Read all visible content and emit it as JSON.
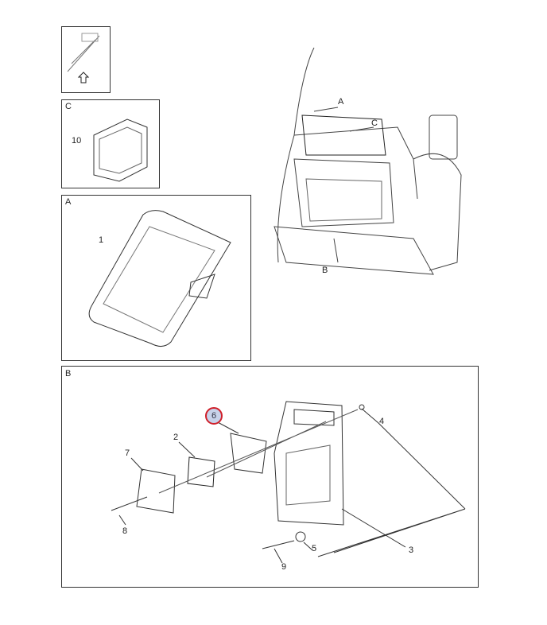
{
  "panels": {
    "nav": {
      "icon": "up-arrow-navigation-icon"
    },
    "c": {
      "title": "C",
      "callouts": [
        "10"
      ]
    },
    "a": {
      "title": "A",
      "callouts": [
        "1"
      ]
    },
    "b": {
      "title": "B",
      "callouts": [
        "6",
        "2",
        "7",
        "8",
        "4",
        "3",
        "5",
        "9"
      ],
      "highlighted": "6",
      "highlight_color": "#d0202a"
    }
  },
  "overview": {
    "callouts": [
      "A",
      "C",
      "B"
    ]
  }
}
